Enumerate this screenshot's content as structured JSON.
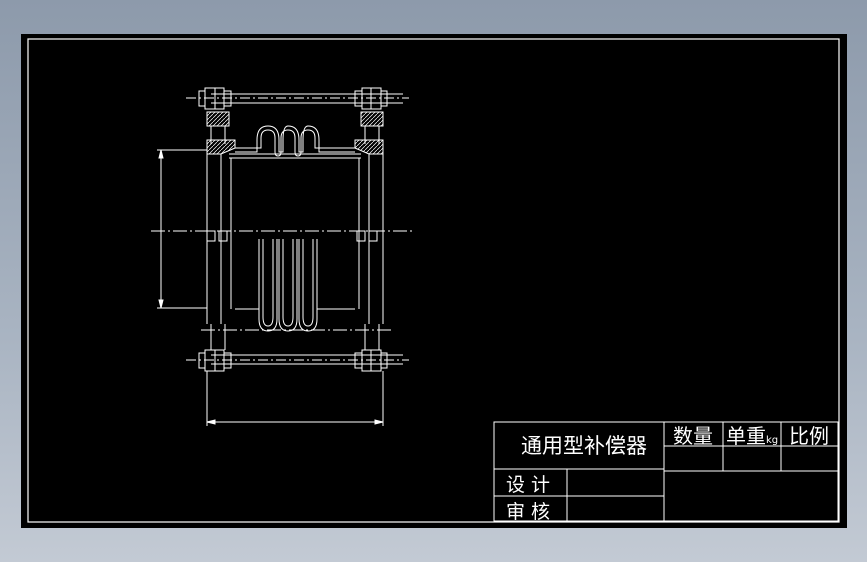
{
  "colors": {
    "background": "#000000",
    "lines": "#ffffff",
    "hatch": "#ffffff",
    "outer_frame": "#8d9aab"
  },
  "title_block": {
    "title": "通用型补偿器",
    "quantity_label": "数量",
    "unit_weight_label": "单重",
    "unit_weight_unit": "kg",
    "scale_label": "比例",
    "designer_label": "设 计",
    "reviewer_label": "审 核"
  }
}
